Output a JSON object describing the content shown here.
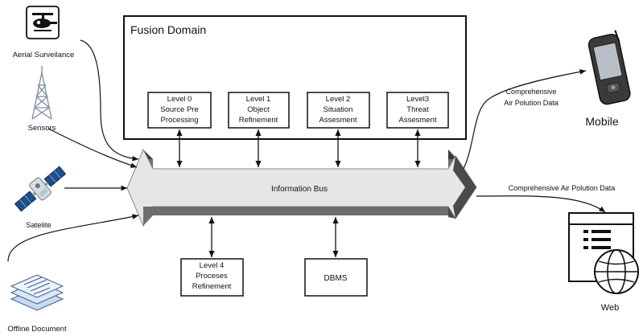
{
  "fusion_domain": {
    "title": "Fusion Domain"
  },
  "levels": [
    {
      "id": "level0",
      "lines": [
        "Level 0",
        "Source Pre",
        "Processing"
      ]
    },
    {
      "id": "level1",
      "lines": [
        "Level 1",
        "Object",
        "Refinement"
      ]
    },
    {
      "id": "level2",
      "lines": [
        "Level 2",
        "Situation",
        "Assesment"
      ]
    },
    {
      "id": "level3",
      "lines": [
        "Level3",
        "Threat",
        "Assesment"
      ]
    },
    {
      "id": "level4",
      "lines": [
        "Level 4",
        "Proceses",
        "Refinement"
      ]
    }
  ],
  "dbms": {
    "label": "DBMS"
  },
  "bus": {
    "label": "Information Bus"
  },
  "sources": [
    {
      "id": "aerial",
      "label": "Aerial Surveilance",
      "icon": "helicopter-icon"
    },
    {
      "id": "sensors",
      "label": "Sensors",
      "icon": "antenna-tower-icon"
    },
    {
      "id": "satelite",
      "label": "Satelite",
      "icon": "satellite-icon"
    },
    {
      "id": "offline",
      "label": "Offline Document",
      "icon": "documents-stack-icon"
    }
  ],
  "outputs": {
    "mobile": {
      "label": "Mobile",
      "data_label": [
        "Comprehensive",
        "Air Polution Data"
      ],
      "icon": "mobile-device-icon"
    },
    "web": {
      "label": "Web",
      "data_label": "Comprehensive Air Polution Data",
      "icon": "web-page-icon"
    }
  }
}
